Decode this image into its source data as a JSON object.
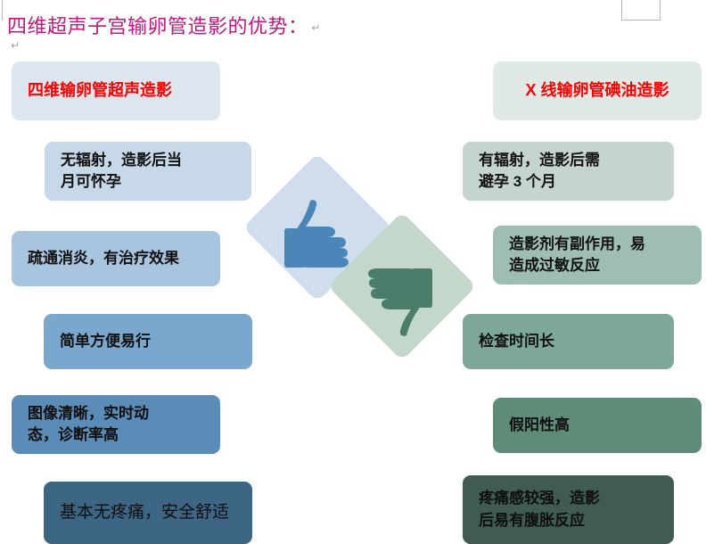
{
  "document": {
    "title": "四维超声子宫输卵管造影的优势：",
    "title_color": "#c2187e",
    "paragraph_mark": "↵"
  },
  "center_graphic": {
    "thumbs_up_icon": "thumbs-up-icon",
    "thumbs_down_icon": "thumbs-down-icon",
    "up_diamond_color": "#cfdded",
    "down_diamond_color": "#c3d8cb",
    "thumbs_up_color": "#4a86b8",
    "thumbs_down_color": "#4b7d6a"
  },
  "left_column": {
    "heading": {
      "text": "四维输卵管超声造影",
      "fill": "#dde6ee",
      "text_color": "#ff0000"
    },
    "items": [
      {
        "text": "无辐射，造影后当\n月可怀孕",
        "fill": "#c7d8e8"
      },
      {
        "text": "疏通消炎，有治疗效果",
        "fill": "#a8c4de"
      },
      {
        "text": "简单方便易行",
        "fill": "#79a7ce"
      },
      {
        "text": "图像清晰，实时动\n态，诊断率高",
        "fill": "#5b8cb8"
      },
      {
        "text": "基本无疼痛，安全舒适",
        "fill": "#3d6584"
      }
    ]
  },
  "right_column": {
    "heading": {
      "text": "X 线输卵管碘油造影",
      "fill": "#e0e9e6",
      "text_color": "#ff0000"
    },
    "items": [
      {
        "text": "有辐射，造影后需\n避孕 3 个月",
        "fill": "#c6d4ce"
      },
      {
        "text": "造影剂有副作用，易\n造成过敏反应",
        "fill": "#9fbeb2"
      },
      {
        "text": "检查时间长",
        "fill": "#7da898"
      },
      {
        "text": "假阳性高",
        "fill": "#5f8b79"
      },
      {
        "text": "疼痛感较强，造影\n后易有腹胀反应",
        "fill": "#3f5b52"
      }
    ]
  }
}
